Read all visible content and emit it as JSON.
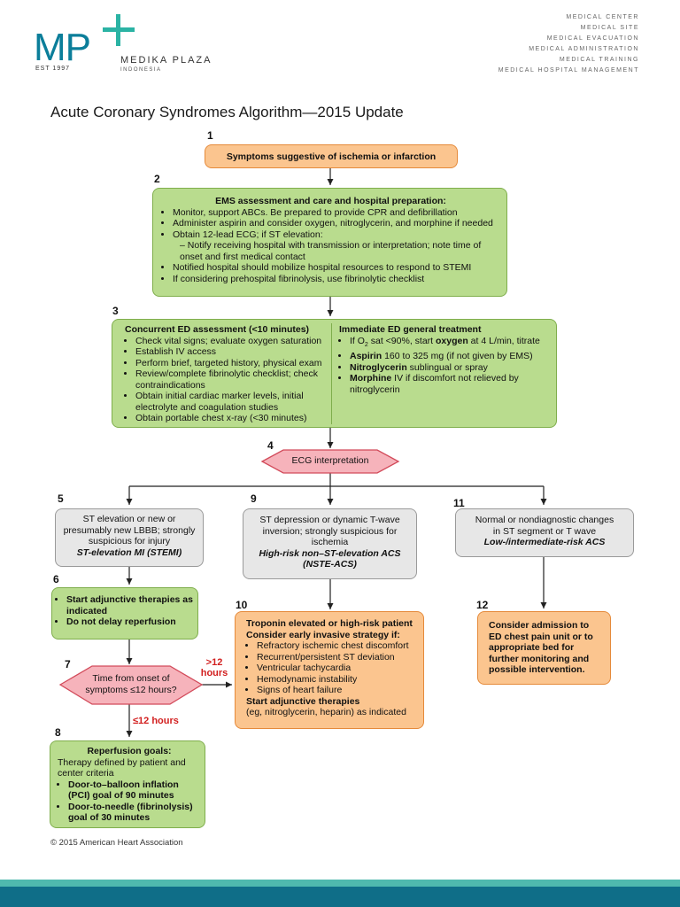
{
  "header": {
    "logo_letters": "MP",
    "est": "EST 1997",
    "org_name": "MEDIKA PLAZA",
    "org_sub": "INDONESIA",
    "services": [
      "MEDICAL CENTER",
      "MEDICAL SITE",
      "MEDICAL EVACUATION",
      "MEDICAL ADMINISTRATION",
      "MEDICAL TRAINING",
      "MEDICAL HOSPITAL MANAGEMENT"
    ],
    "colors": {
      "brand": "#0b7e9a",
      "accent": "#2bb3a4"
    }
  },
  "title": "Acute Coronary Syndromes Algorithm—2015 Update",
  "nodes": {
    "n1": {
      "num": "1",
      "text": "Symptoms suggestive of ischemia or infarction"
    },
    "n2": {
      "num": "2",
      "heading": "EMS assessment and care and hospital preparation:",
      "items": [
        "Monitor, support ABCs. Be prepared to provide CPR and defibrillation",
        "Administer aspirin and consider oxygen, nitroglycerin, and morphine if needed",
        "Obtain 12-lead ECG; if ST elevation:",
        "Notified hospital should mobilize hospital resources to respond to STEMI",
        "If considering prehospital fibrinolysis, use fibrinolytic checklist"
      ],
      "sub_item": "Notify receiving hospital with transmission or interpretation; note time of onset and first medical contact"
    },
    "n3": {
      "num": "3",
      "left_heading": "Concurrent ED assessment (<10 minutes)",
      "left_items": [
        "Check vital signs; evaluate oxygen saturation",
        "Establish IV access",
        "Perform brief, targeted history, physical exam",
        "Review/complete fibrinolytic checklist; check contraindications",
        "Obtain initial cardiac marker levels, initial electrolyte and coagulation studies",
        "Obtain portable chest x-ray (<30 minutes)"
      ],
      "right_heading": "Immediate ED general treatment",
      "right_items": {
        "oxygen_pre": "If O",
        "oxygen_sub": "2",
        "oxygen_mid": " sat <90%, start ",
        "oxygen_bold": "oxygen",
        "oxygen_post": " at 4 L/min, titrate",
        "aspirin_bold": "Aspirin",
        "aspirin_post": " 160 to 325 mg (if not given by EMS)",
        "nitro_bold": "Nitroglycerin",
        "nitro_post": " sublingual or spray",
        "morphine_bold": "Morphine",
        "morphine_post": " IV if discomfort not relieved by nitroglycerin"
      }
    },
    "n4": {
      "num": "4",
      "text": "ECG interpretation"
    },
    "n5": {
      "num": "5",
      "text": "ST elevation or new or presumably new LBBB; strongly suspicious for injury",
      "dx": "ST-elevation MI (STEMI)"
    },
    "n6": {
      "num": "6",
      "items": [
        "Start adjunctive therapies as indicated",
        "Do not delay reperfusion"
      ]
    },
    "n7": {
      "num": "7",
      "line1": "Time from onset of",
      "line2": "symptoms ≤12 hours?"
    },
    "n8": {
      "num": "8",
      "heading": "Reperfusion goals:",
      "text": "Therapy defined by patient and center criteria",
      "items": [
        "Door-to–balloon inflation (PCI) goal of 90 minutes",
        "Door-to-needle (fibrinolysis) goal of 30 minutes"
      ]
    },
    "n9": {
      "num": "9",
      "text": "ST depression or dynamic T-wave inversion; strongly suspicious for ischemia",
      "dx": "High-risk non–ST-elevation ACS (NSTE-ACS)"
    },
    "n10": {
      "num": "10",
      "heading1": "Troponin elevated or high-risk patient",
      "heading2": "Consider early invasive strategy if:",
      "items": [
        "Refractory ischemic chest discomfort",
        "Recurrent/persistent ST deviation",
        "Ventricular tachycardia",
        "Hemodynamic instability",
        "Signs of heart failure"
      ],
      "footer_bold": "Start adjunctive therapies",
      "footer": "(eg, nitroglycerin, heparin) as indicated"
    },
    "n11": {
      "num": "11",
      "text": "Normal or nondiagnostic changes in ST segment or T wave",
      "dx": "Low-/intermediate-risk ACS"
    },
    "n12": {
      "num": "12",
      "text": "Consider admission to ED chest pain unit or to appropriate bed for further monitoring and possible intervention."
    }
  },
  "edge_labels": {
    "gt12": ">12 hours",
    "le12": "≤12 hours"
  },
  "footer": "© 2015 American Heart Association",
  "colors": {
    "orange": "#fbc58f",
    "green": "#b9dc8e",
    "gray": "#e7e7e7",
    "red": "#d21f1f",
    "pink": "#f6b3bb"
  }
}
